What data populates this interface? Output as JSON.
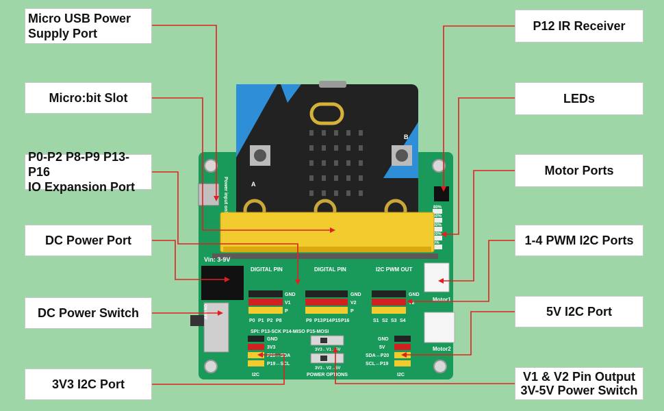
{
  "labels": {
    "micro_usb": "Micro USB Power\nSupply Port",
    "microbit_slot": "Micro:bit Slot",
    "io_expansion": "P0-P2 P8-P9 P13-P16\nIO Expansion Port",
    "dc_power_port": "DC Power Port",
    "dc_power_switch": "DC Power Switch",
    "i2c_3v3": "3V3 I2C Port",
    "ir_receiver": "P12 IR Receiver",
    "leds": "LEDs",
    "motor_ports": "Motor Ports",
    "pwm_i2c": "1-4 PWM I2C Ports",
    "i2c_5v": "5V I2C Port",
    "v1v2_switch": "V1 & V2 Pin Output\n3V-5V Power Switch"
  },
  "board": {
    "vin": "Vin: 3-9V",
    "power_input_only": "Power input only",
    "digital_pin": "DIGITAL PIN",
    "i2c_pwm_out": "I2C PWM OUT",
    "spi": "SPI: P13-SCK  P14-MISO  P15-MOSI",
    "power_options": "POWER OPTIONS",
    "i2c_left": "I2C",
    "i2c_right": "I2C",
    "motor1": "Motor1",
    "motor2": "Motor2",
    "gnd": "GND",
    "v1": "V1",
    "v2": "V2",
    "p": "P",
    "v3v3": "3V3",
    "v5": "5V",
    "sda_p20_left": "P20↔SDA",
    "scl_p19_left": "P19↔SCL",
    "sda_p20_right": "SDA↔P20",
    "scl_p19_right": "SCL↔P19",
    "pins_left": [
      "P0",
      "P1",
      "P2",
      "P8"
    ],
    "pins_mid": [
      "P9",
      "P13",
      "P14",
      "P15",
      "P16"
    ],
    "pins_right": [
      "S1",
      "S2",
      "S3",
      "S4"
    ],
    "led_pct": [
      "80%",
      "60%",
      "40%",
      "20%",
      "0%"
    ],
    "switch_v1": "3V3←V1→5V",
    "switch_v2": "3V3←V2→5V",
    "on_off": "ON  OFF",
    "badge_a": "A",
    "badge_b": "B"
  },
  "colors": {
    "pcb": "#1a9a5a",
    "pointer": "#e02020",
    "slot": "#f2cc2e",
    "background": "#9fd6a8"
  }
}
